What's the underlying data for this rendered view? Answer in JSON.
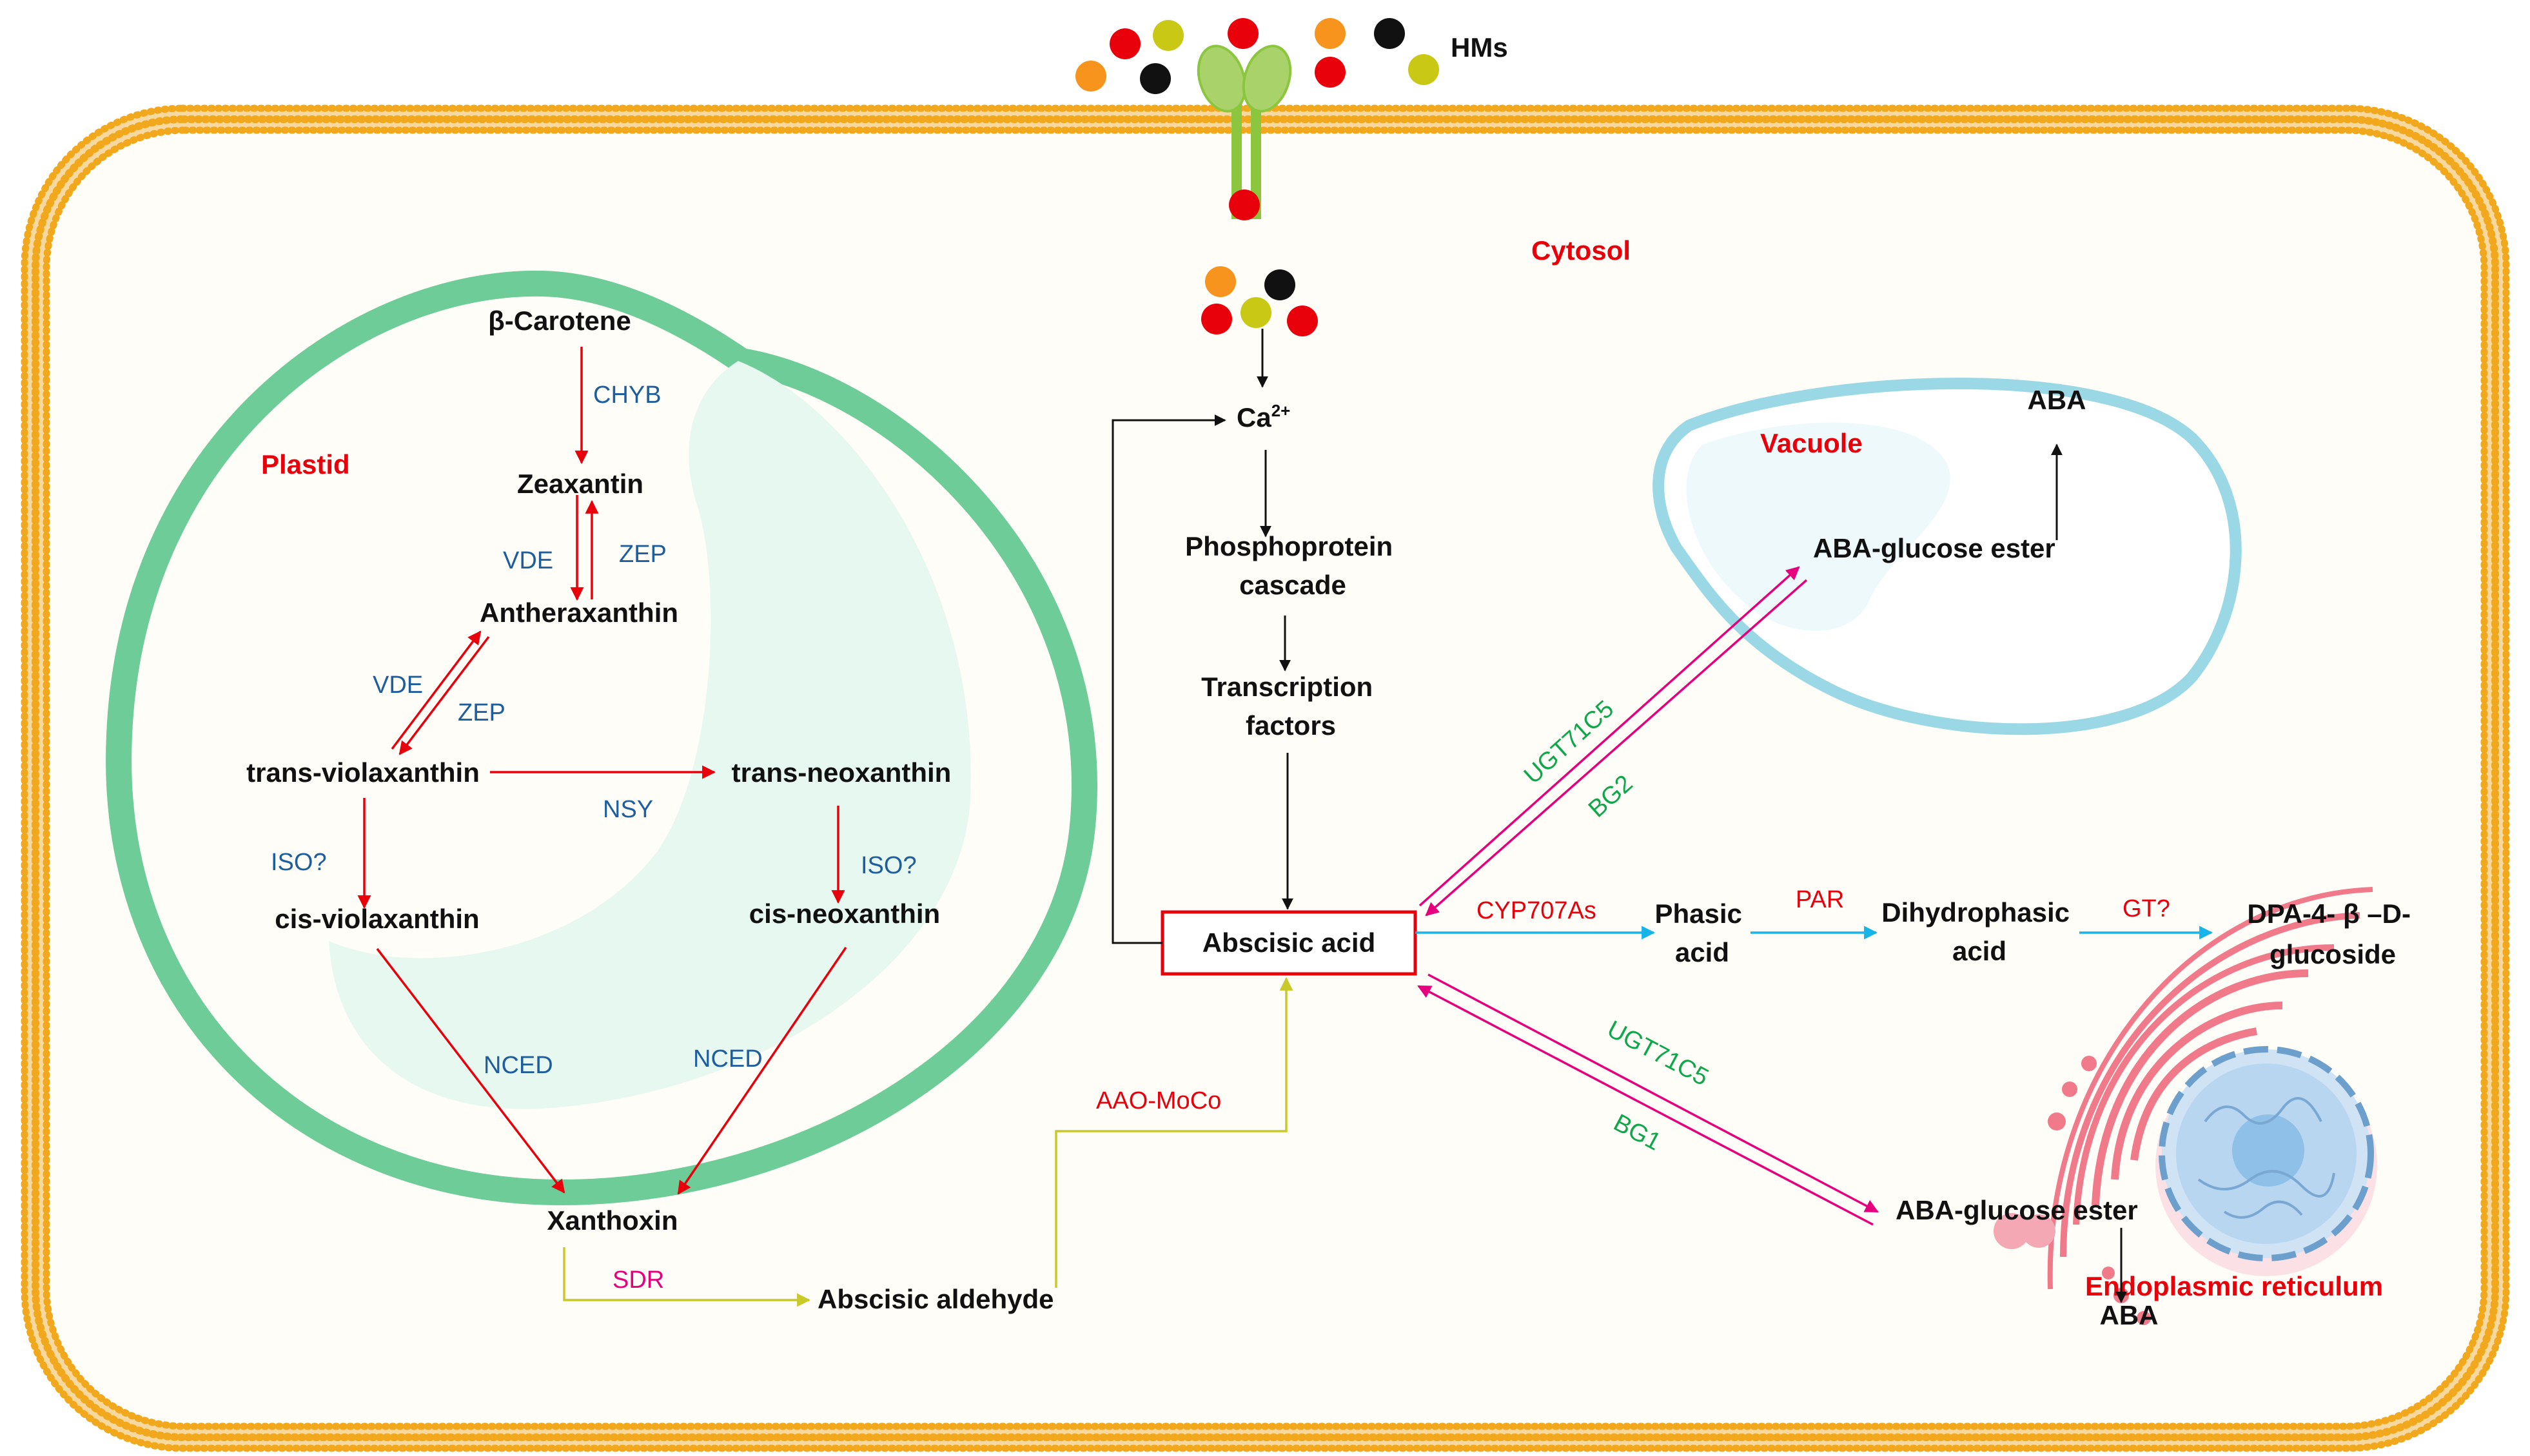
{
  "colors": {
    "membrane": "#f2a81d",
    "plastid": "#6dcc98",
    "plastid_inner": "#e7f8f0",
    "vacuole": "#9bd8e6",
    "vacuole_fill": "#edf9fb",
    "enzyme_blue": "#1f5e9e",
    "enzyme_red": "#e8000b",
    "enzyme_green": "#10a64a",
    "enzyme_magenta": "#e6007e",
    "arrow_red": "#e8000b",
    "arrow_magenta": "#e6007e",
    "arrow_cyan": "#16b4e8",
    "arrow_olive": "#c9c92a",
    "text": "#111111",
    "er": "#f07a8a",
    "nucleus": "#8ec0e8"
  },
  "hms": {
    "label": "HMs",
    "ion_colors": [
      "#e8000b",
      "#f7941d",
      "#111111",
      "#c8c815"
    ]
  },
  "compartments": {
    "cytosol": "Cytosol",
    "plastid": "Plastid",
    "vacuole": "Vacuole",
    "er": "Endoplasmic reticulum"
  },
  "plastid_pathway": {
    "beta_carotene": "β-Carotene",
    "zeaxantin": "Zeaxantin",
    "antheraxanthin": "Antheraxanthin",
    "trans_violaxanthin": "trans-violaxanthin",
    "trans_neoxanthin": "trans-neoxanthin",
    "cis_violaxanthin": "cis-violaxanthin",
    "cis_neoxanthin": "cis-neoxanthin",
    "enzymes": {
      "chyb": "CHYB",
      "vde1": "VDE",
      "zep1": "ZEP",
      "vde2": "VDE",
      "zep2": "ZEP",
      "nsy": "NSY",
      "iso1": "ISO?",
      "iso2": "ISO?",
      "nced1": "NCED",
      "nced2": "NCED"
    }
  },
  "cytosol_pathway": {
    "xanthoxin": "Xanthoxin",
    "sdr": "SDR",
    "abscisic_aldehyde": "Abscisic aldehyde",
    "aao_moco": "AAO-MoCo",
    "abscisic_acid": "Abscisic acid",
    "ca": "Ca",
    "ca_sup": "2+",
    "phosphoprotein": [
      "Phosphoprotein",
      "cascade"
    ],
    "transcription": [
      "Transcription",
      "factors"
    ]
  },
  "vacuole_branch": {
    "aba_glucose_ester": "ABA-glucose ester",
    "aba": "ABA",
    "ugt": "UGT71C5",
    "bg": "BG2"
  },
  "catabolism": {
    "cyp": "CYP707As",
    "phasic_acid": [
      "Phasic",
      "acid"
    ],
    "par": "PAR",
    "dihydrophasic_acid": [
      "Dihydrophasic",
      "acid"
    ],
    "gt": "GT?",
    "dpa": [
      "DPA-4- β –D-",
      "glucoside"
    ]
  },
  "er_branch": {
    "ugt": "UGT71C5",
    "bg": "BG1",
    "aba_glucose_ester": "ABA-glucose ester",
    "aba": "ABA"
  }
}
